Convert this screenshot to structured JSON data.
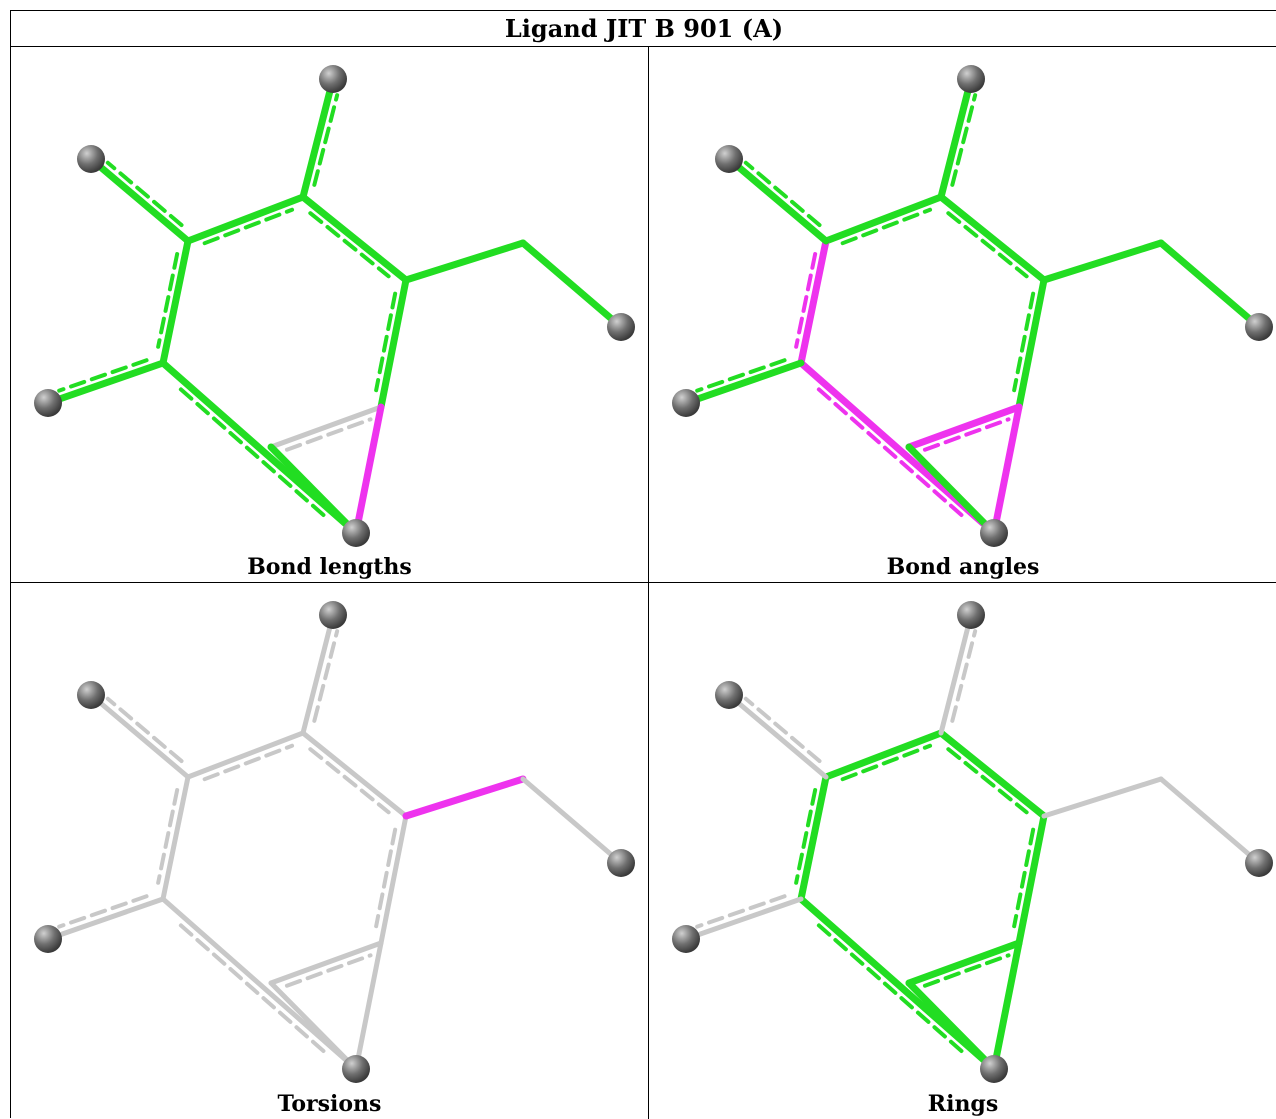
{
  "title": "Ligand JIT B 901 (A)",
  "colors": {
    "ok": "#22dd22",
    "outlier": "#ee33ee",
    "neutral": "#c8c8c8",
    "atom": "#707070"
  },
  "panels": [
    {
      "caption": "Bond lengths",
      "bonds": [
        "ok",
        "ok",
        "ok",
        "ok",
        "ok",
        "neutral",
        "outlier",
        "ok",
        "ok",
        "ok",
        "ok",
        "ok",
        "ok"
      ]
    },
    {
      "caption": "Bond angles",
      "bonds": [
        "ok",
        "ok",
        "outlier",
        "outlier",
        "ok",
        "outlier",
        "outlier",
        "ok",
        "ok",
        "ok",
        "ok",
        "ok",
        "ok"
      ]
    },
    {
      "caption": "Torsions",
      "bonds": [
        "neutral",
        "neutral",
        "neutral",
        "neutral",
        "neutral",
        "neutral",
        "neutral",
        "neutral",
        "neutral",
        "neutral",
        "outlier",
        "neutral",
        "neutral"
      ]
    },
    {
      "caption": "Rings",
      "bonds": [
        "ok",
        "ok",
        "ok",
        "ok",
        "ok",
        "ok",
        "ok",
        "ok",
        "neutral",
        "neutral",
        "neutral",
        "neutral",
        "neutral"
      ]
    }
  ]
}
